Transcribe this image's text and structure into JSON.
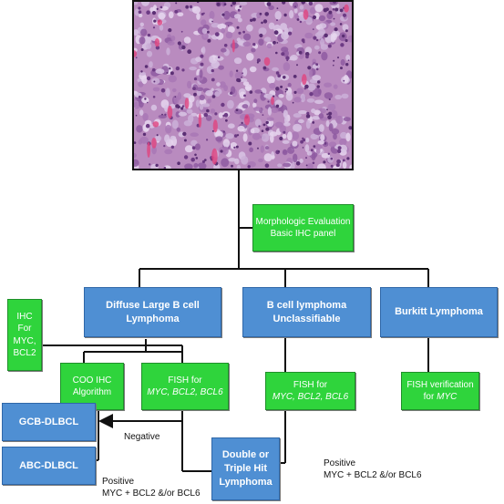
{
  "diagram": {
    "morph": [
      "Morphologic Evaluation",
      "Basic IHC panel"
    ],
    "dlbcl": [
      "Diffuse Large B cell",
      "Lymphoma"
    ],
    "bcu": [
      "B cell lymphoma",
      "Unclassifiable"
    ],
    "burkitt": "Burkitt Lymphoma",
    "ihc": [
      "IHC",
      "For",
      "MYC,",
      "BCL2"
    ],
    "coo": [
      "COO IHC",
      "Algorithm"
    ],
    "fish1": {
      "title": "FISH for",
      "genes": "MYC, BCL2, BCL6"
    },
    "fish2": {
      "title": "FISH for",
      "genes": "MYC, BCL2, BCL6"
    },
    "fishv": {
      "title": "FISH verification",
      "prefix": "for ",
      "gene": "MYC"
    },
    "gcb": "GCB-DLBCL",
    "abc": "ABC-DLBCL",
    "double": [
      "Double or",
      "Triple Hit",
      "Lymphoma"
    ],
    "negative": "Negative",
    "positive_left": [
      "Positive",
      "MYC + BCL2 &/or BCL6"
    ],
    "positive_right": [
      "Positive",
      "MYC + BCL2 &/or BCL6"
    ]
  },
  "colors": {
    "green": "#2fd43c",
    "blue": "#4f8fd3",
    "tissue": "#b98bbf"
  }
}
